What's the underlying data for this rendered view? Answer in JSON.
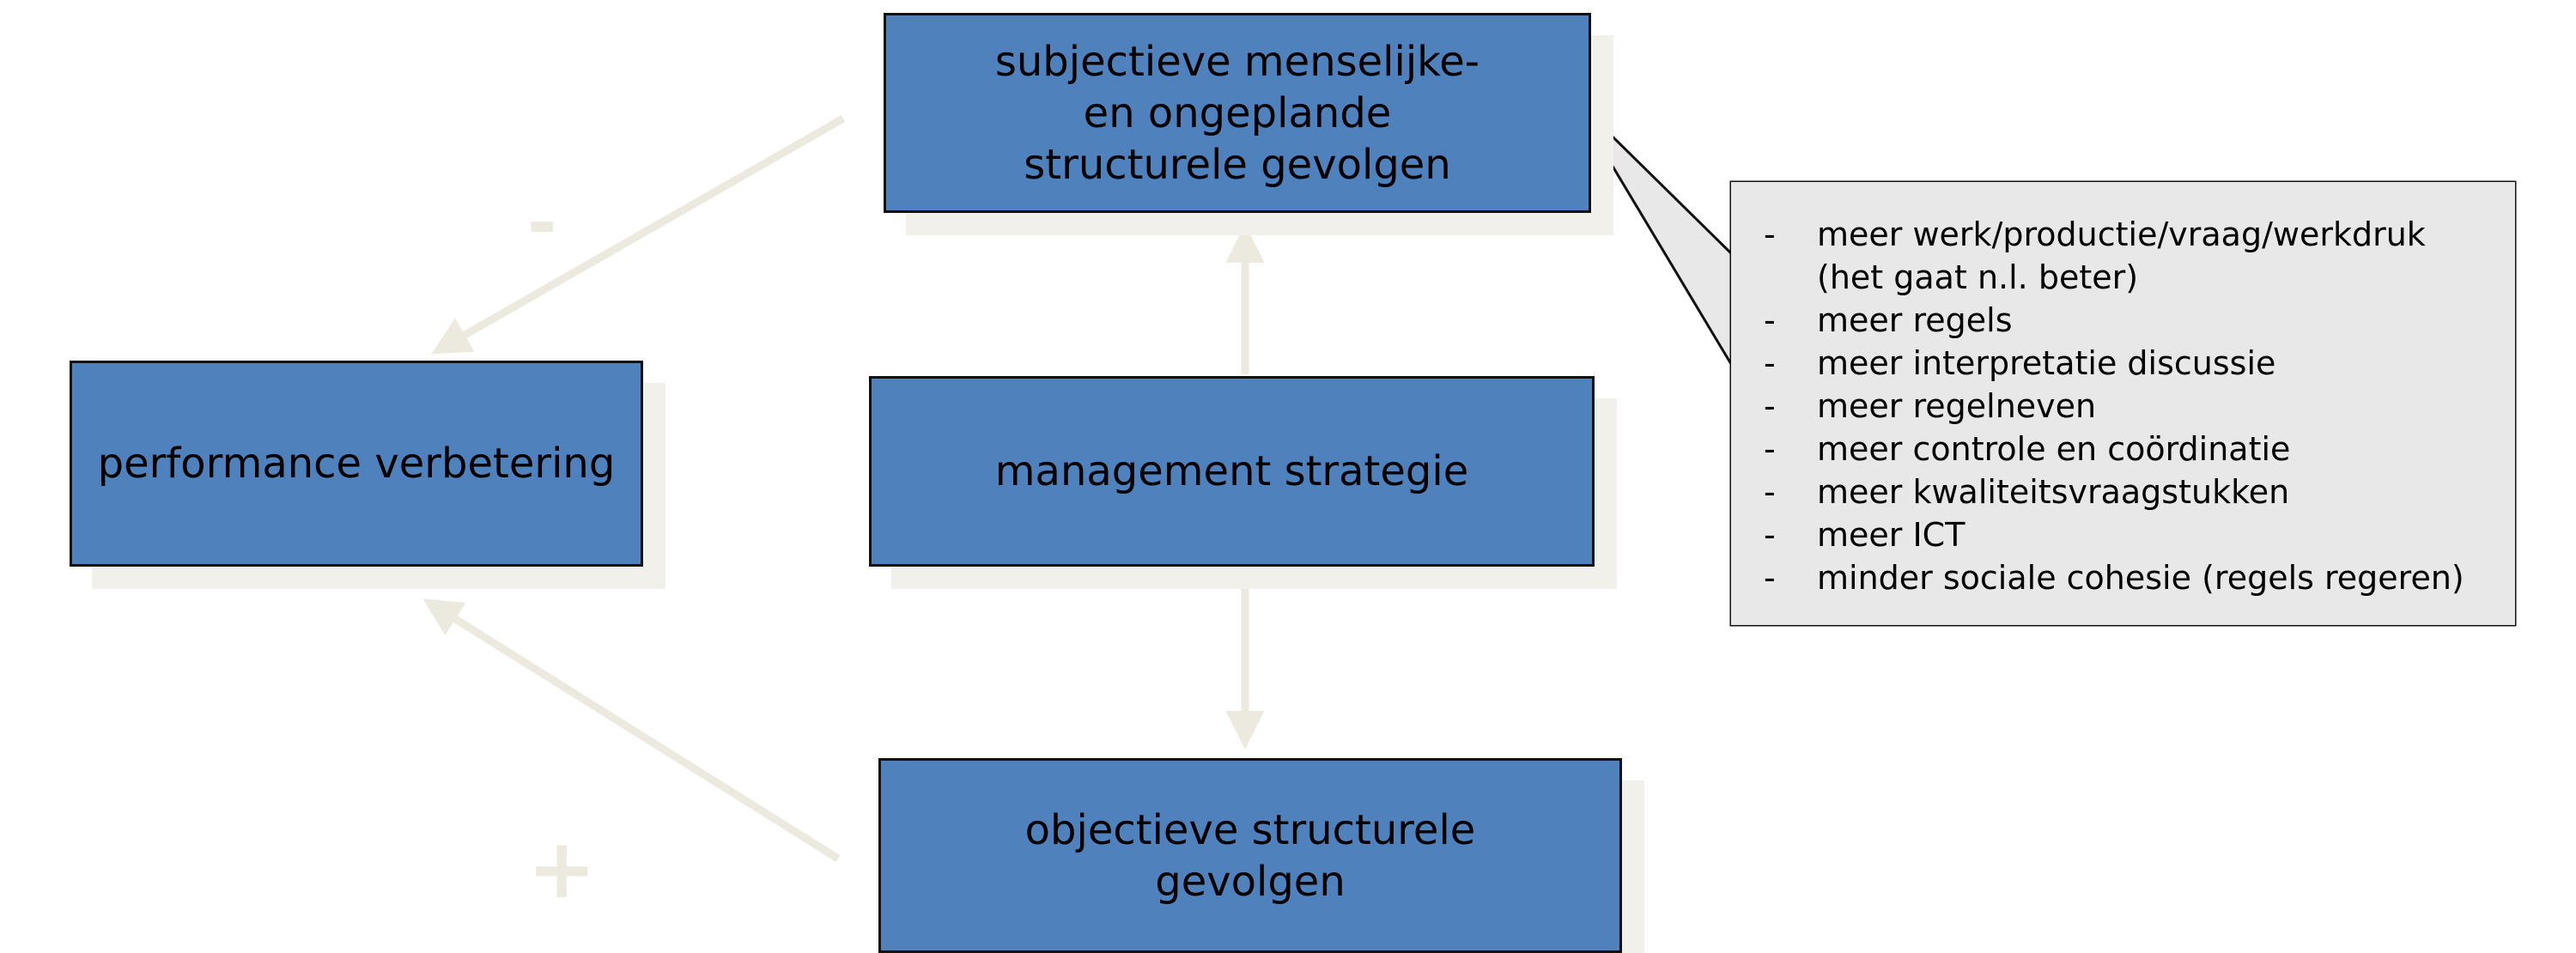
{
  "nodes": {
    "top": "subjectieve menselijke-\nen ongeplande\nstructurele gevolgen",
    "left": "performance verbetering",
    "center": "management strategie",
    "bottom": "objectieve structurele\ngevolgen"
  },
  "signs": {
    "minus": "-",
    "plus": "+"
  },
  "callout": {
    "bullet": "-",
    "items": [
      "meer werk/productie/vraag/werkdruk (het gaat n.l. beter)",
      "meer regels",
      "meer interpretatie discussie",
      "meer regelneven",
      "meer controle en coördinatie",
      "meer kwaliteitsvraagstukken",
      "meer ICT",
      "minder sociale cohesie (regels regeren)"
    ]
  },
  "colors": {
    "box_fill": "#4f81bd",
    "box_border": "#111111",
    "arrow": "#ece9de",
    "callout_fill": "#e8e8e8"
  }
}
